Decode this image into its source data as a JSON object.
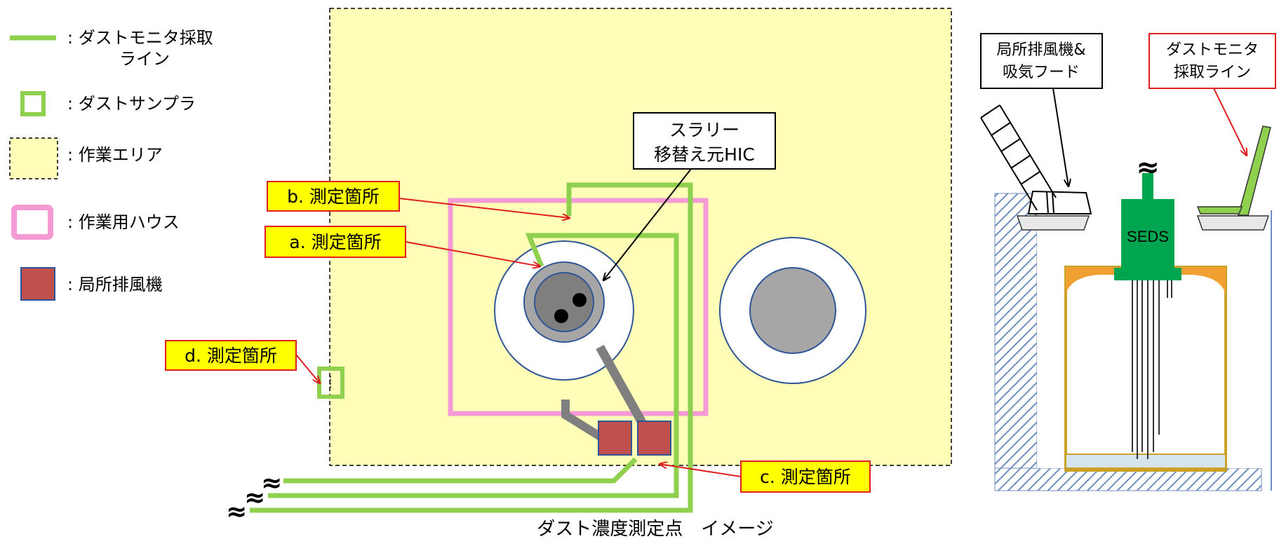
{
  "legend": {
    "line": ": ダストモニタ採取",
    "line2": "ライン",
    "sampler": ": ダストサンプラ",
    "area": ": 作業エリア",
    "house": ": 作業用ハウス",
    "exhaust": ": 局所排風機"
  },
  "callouts": {
    "slurry_line1": "スラリー",
    "slurry_line2": "移替え元HIC",
    "a": "a. 測定箇所",
    "b": "b. 測定箇所",
    "c": "c. 測定箇所",
    "d": "d. 測定箇所"
  },
  "caption": "ダスト濃度測定点　イメージ",
  "side": {
    "exhaust_label1": "局所排風機&",
    "exhaust_label2": "吸気フード",
    "dust_label1": "ダストモニタ",
    "dust_label2": "採取ライン",
    "seds": "SEDS",
    "wave": "≈"
  },
  "colors": {
    "line_green": "#8fd14f",
    "area_fill": "#fefeb8",
    "house_pink": "#f49ad4",
    "exhaust_red": "#c0504d",
    "callout_yellow": "#ffff00",
    "callout_border": "#e02020",
    "seds_green": "#00a550",
    "circle_blue": "#2f5597"
  }
}
